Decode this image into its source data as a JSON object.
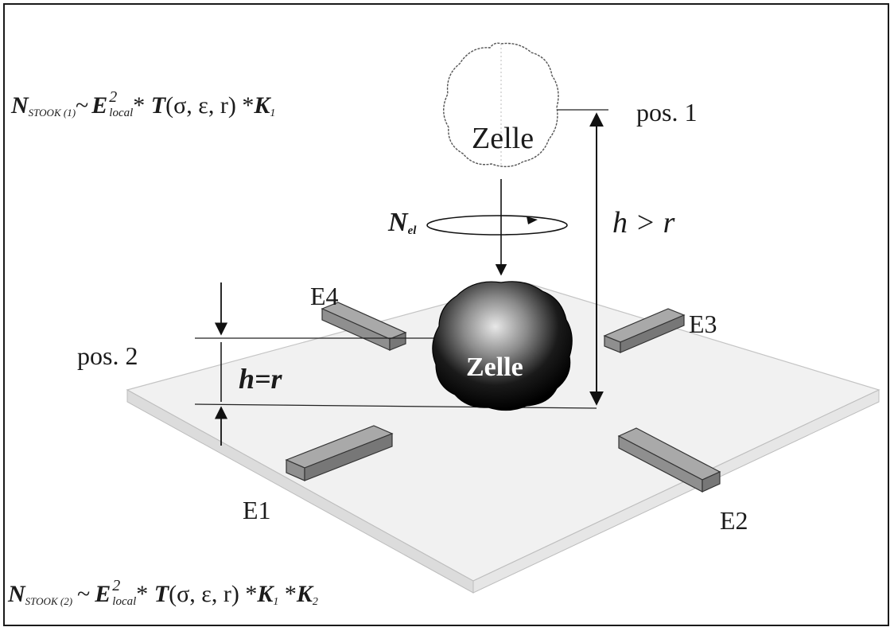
{
  "formula_top": {
    "N": "N",
    "N_sub": "STOOK (1)",
    "tilde": "~",
    "E": "E",
    "E_sup": "2",
    "E_sub": "local",
    "rest1": "* ",
    "T": "T",
    "args": "(σ, ε, r)",
    "rest2": " *",
    "K1": "K",
    "K1_sub": "1"
  },
  "formula_bottom": {
    "N": "N",
    "N_sub": "STOOK (2)",
    "tilde": "~",
    "E": "E",
    "E_sup": "2",
    "E_sub": "local",
    "rest1": "* ",
    "T": "T",
    "args": "(σ, ε, r)",
    "rest2": " *",
    "K1": "K",
    "K1_sub": "1",
    "mid": " *",
    "K2": "K",
    "K2_sub": "2"
  },
  "cell_top_label": "Zelle",
  "cell_bottom_label": "Zelle",
  "pos1_label": "pos. 1",
  "pos2_label": "pos. 2",
  "h_gt_r_label": "h > r",
  "h_eq_r_label": "h=r",
  "nel": {
    "N": "N",
    "sub": "el"
  },
  "electrodes": {
    "e1": "E1",
    "e2": "E2",
    "e3": "E3",
    "e4": "E4"
  }
}
